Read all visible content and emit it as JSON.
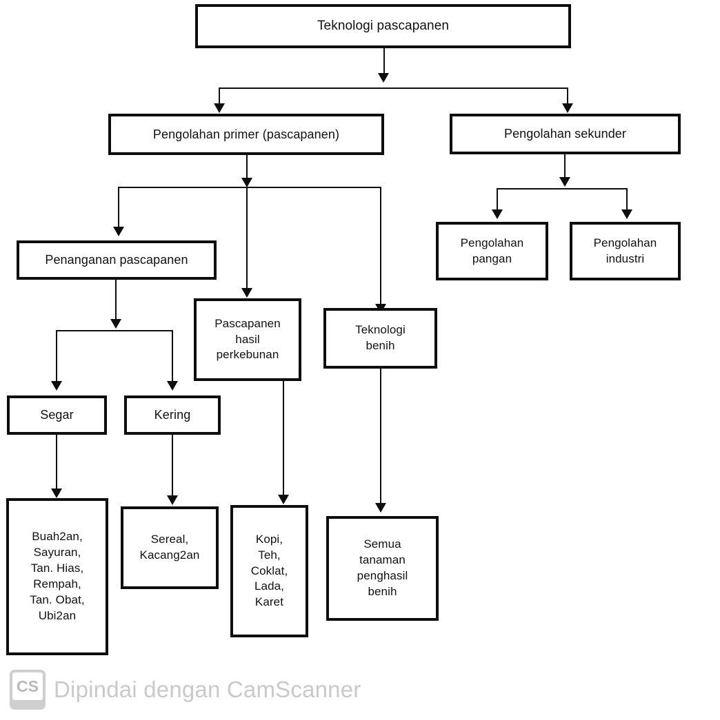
{
  "diagram": {
    "title_node": {
      "label": "Teknologi pascapanen"
    },
    "level2": [
      {
        "id": "pengolahan-primer",
        "label": "Pengolahan primer (pascapanen)"
      },
      {
        "id": "pengolahan-sekunder",
        "label": "Pengolahan sekunder"
      }
    ],
    "sekunder_children": [
      {
        "id": "pengolahan-pangan",
        "label": "Pengolahan\npangan"
      },
      {
        "id": "pengolahan-industri",
        "label": "Pengolahan\nindustri"
      }
    ],
    "primer_children": [
      {
        "id": "penanganan-pascapanen",
        "label": "Penanganan pascapanen"
      },
      {
        "id": "pascapanen-hasil-perkebunan",
        "label": "Pascapanen\nhasil\nperkebunan"
      },
      {
        "id": "teknologi-benih",
        "label": "Teknologi\nbenih"
      }
    ],
    "penanganan_children": [
      {
        "id": "segar",
        "label": "Segar"
      },
      {
        "id": "kering",
        "label": "Kering"
      }
    ],
    "leaves": [
      {
        "id": "segar-items",
        "label": "Buah2an,\nSayuran,\nTan. Hias,\nRempah,\nTan. Obat,\nUbi2an"
      },
      {
        "id": "kering-items",
        "label": "Sereal,\nKacang2an"
      },
      {
        "id": "perkebunan-items",
        "label": "Kopi,\nTeh,\nCoklat,\nLada,\nKaret"
      },
      {
        "id": "benih-items",
        "label": "Semua\ntanaman\npenghasil\nbenih"
      }
    ],
    "colors": {
      "stroke": "#0d0d0d",
      "fill": "#ffffff",
      "text": "#111111",
      "watermark": "#c9c9c9"
    }
  },
  "watermark": {
    "logo_text": "CS",
    "text": "Dipindai dengan CamScanner"
  }
}
